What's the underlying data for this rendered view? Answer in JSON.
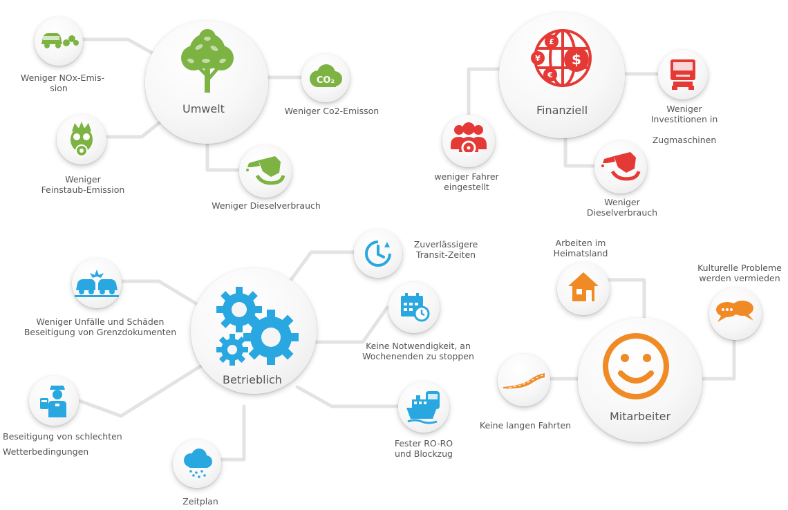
{
  "colors": {
    "umwelt": "#7cb342",
    "finanziell": "#e53935",
    "betrieblich": "#29a7e1",
    "mitarbeiter": "#f08a24",
    "connector": "#e3e3e3"
  },
  "hubs": {
    "umwelt": {
      "label": "Umwelt",
      "icon": "tree-icon"
    },
    "finanziell": {
      "label": "Finanziell",
      "icon": "globe-currency-icon"
    },
    "betrieblich": {
      "label": "Betrieblich",
      "icon": "gears-icon"
    },
    "mitarbeiter": {
      "label": "Mitarbeiter",
      "icon": "smiley-icon"
    }
  },
  "umwelt": {
    "nox": {
      "line1": "Weniger NOx-Emis-",
      "line2": "sion",
      "icon": "car-exhaust-icon"
    },
    "co2": {
      "label": "Weniger Co2-Emisson",
      "icon": "co2-cloud-icon"
    },
    "feinstaub": {
      "line1": "Weniger",
      "line2": "Feinstaub-Emission",
      "icon": "gas-mask-icon"
    },
    "diesel": {
      "label": "Weniger Dieselverbrauch",
      "icon": "fuel-nozzle-icon"
    }
  },
  "finanziell": {
    "fahrer": {
      "line1": "weniger Fahrer",
      "line2": "eingestellt",
      "icon": "drivers-icon"
    },
    "invest": {
      "line1": "Weniger",
      "line2": "Investitionen in",
      "line3": "Zugmaschinen",
      "icon": "truck-icon"
    },
    "diesel": {
      "line1": "Weniger",
      "line2": "Dieselverbrauch",
      "icon": "fuel-nozzle-icon"
    }
  },
  "betrieblich": {
    "unfaelle": {
      "line1": "Weniger Unfälle und Schäden",
      "line2": "Beseitigung von Grenzdokumenten",
      "icon": "car-crash-icon"
    },
    "transit": {
      "line1": "Zuverlässigere",
      "line2": "Transit-Zeiten",
      "icon": "clock-icon"
    },
    "wochenende": {
      "line1": "Keine Notwendigkeit, an",
      "line2": "Wochenenden zu stoppen",
      "icon": "calendar-icon"
    },
    "wetter": {
      "line1": "Beseitigung von schlechten",
      "line2": "Wetterbedingungen",
      "icon": "customs-officer-icon"
    },
    "zeitplan": {
      "label": "Zeitplan",
      "icon": "rain-cloud-icon"
    },
    "roro": {
      "line1": "Fester RO-RO",
      "line2": "und Blockzug",
      "icon": "ship-train-icon"
    }
  },
  "mitarbeiter": {
    "heimat": {
      "line1": "Arbeiten im",
      "line2": "Heimatsland",
      "icon": "house-icon"
    },
    "kultur": {
      "line1": "Kulturelle Probleme",
      "line2": "werden vermieden",
      "icon": "speech-bubbles-icon"
    },
    "fahrten": {
      "label": "Keine langen Fahrten",
      "icon": "road-icon"
    }
  }
}
